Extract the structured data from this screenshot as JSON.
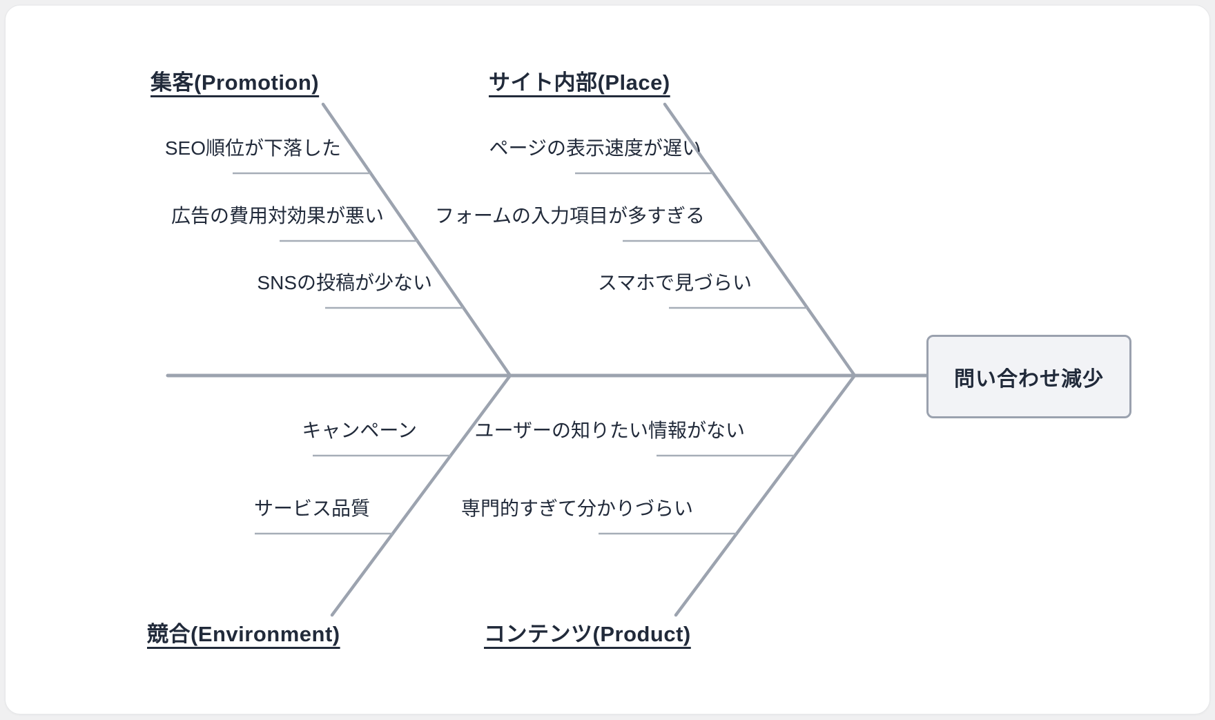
{
  "diagram": {
    "type": "fishbone",
    "effect": {
      "label": "問い合わせ減少"
    },
    "branches": [
      {
        "id": "promotion",
        "label": "集客(Promotion)",
        "position": "top-left",
        "causes": [
          "SEO順位が下落した",
          "広告の費用対効果が悪い",
          "SNSの投稿が少ない"
        ]
      },
      {
        "id": "place",
        "label": "サイト内部(Place)",
        "position": "top-right",
        "causes": [
          "ページの表示速度が遅い",
          "フォームの入力項目が多すぎる",
          "スマホで見づらい"
        ]
      },
      {
        "id": "environment",
        "label": "競合(Environment)",
        "position": "bottom-left",
        "causes": [
          "キャンペーン",
          "サービス品質"
        ]
      },
      {
        "id": "product",
        "label": "コンテンツ(Product)",
        "position": "bottom-right",
        "causes": [
          "ユーザーの知りたい情報がない",
          "専門的すぎて分かりづらい"
        ]
      }
    ],
    "colors": {
      "page_bg": "#f0f0f1",
      "card_bg": "#ffffff",
      "card_border": "#e6e7e9",
      "bone": "#9ca3af",
      "tick": "#a6adb7",
      "text": "#212a3a",
      "effect_fill": "#f2f3f6",
      "effect_border": "#9aa1ae"
    }
  }
}
